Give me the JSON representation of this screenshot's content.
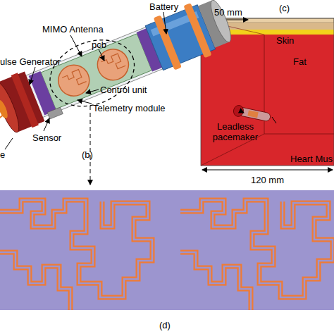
{
  "diagram": {
    "labels": [
      "Battery",
      "(c)",
      "MIMO Antenna",
      "50 mm",
      "Skin",
      "pcb",
      "Fat",
      "ulse Generator",
      "Leadless pacemaker",
      "Control unit",
      "Telemetry module",
      "Sensor",
      "e",
      "(b)",
      "Heart Mus",
      "120 mm",
      "(d)"
    ]
  }
}
